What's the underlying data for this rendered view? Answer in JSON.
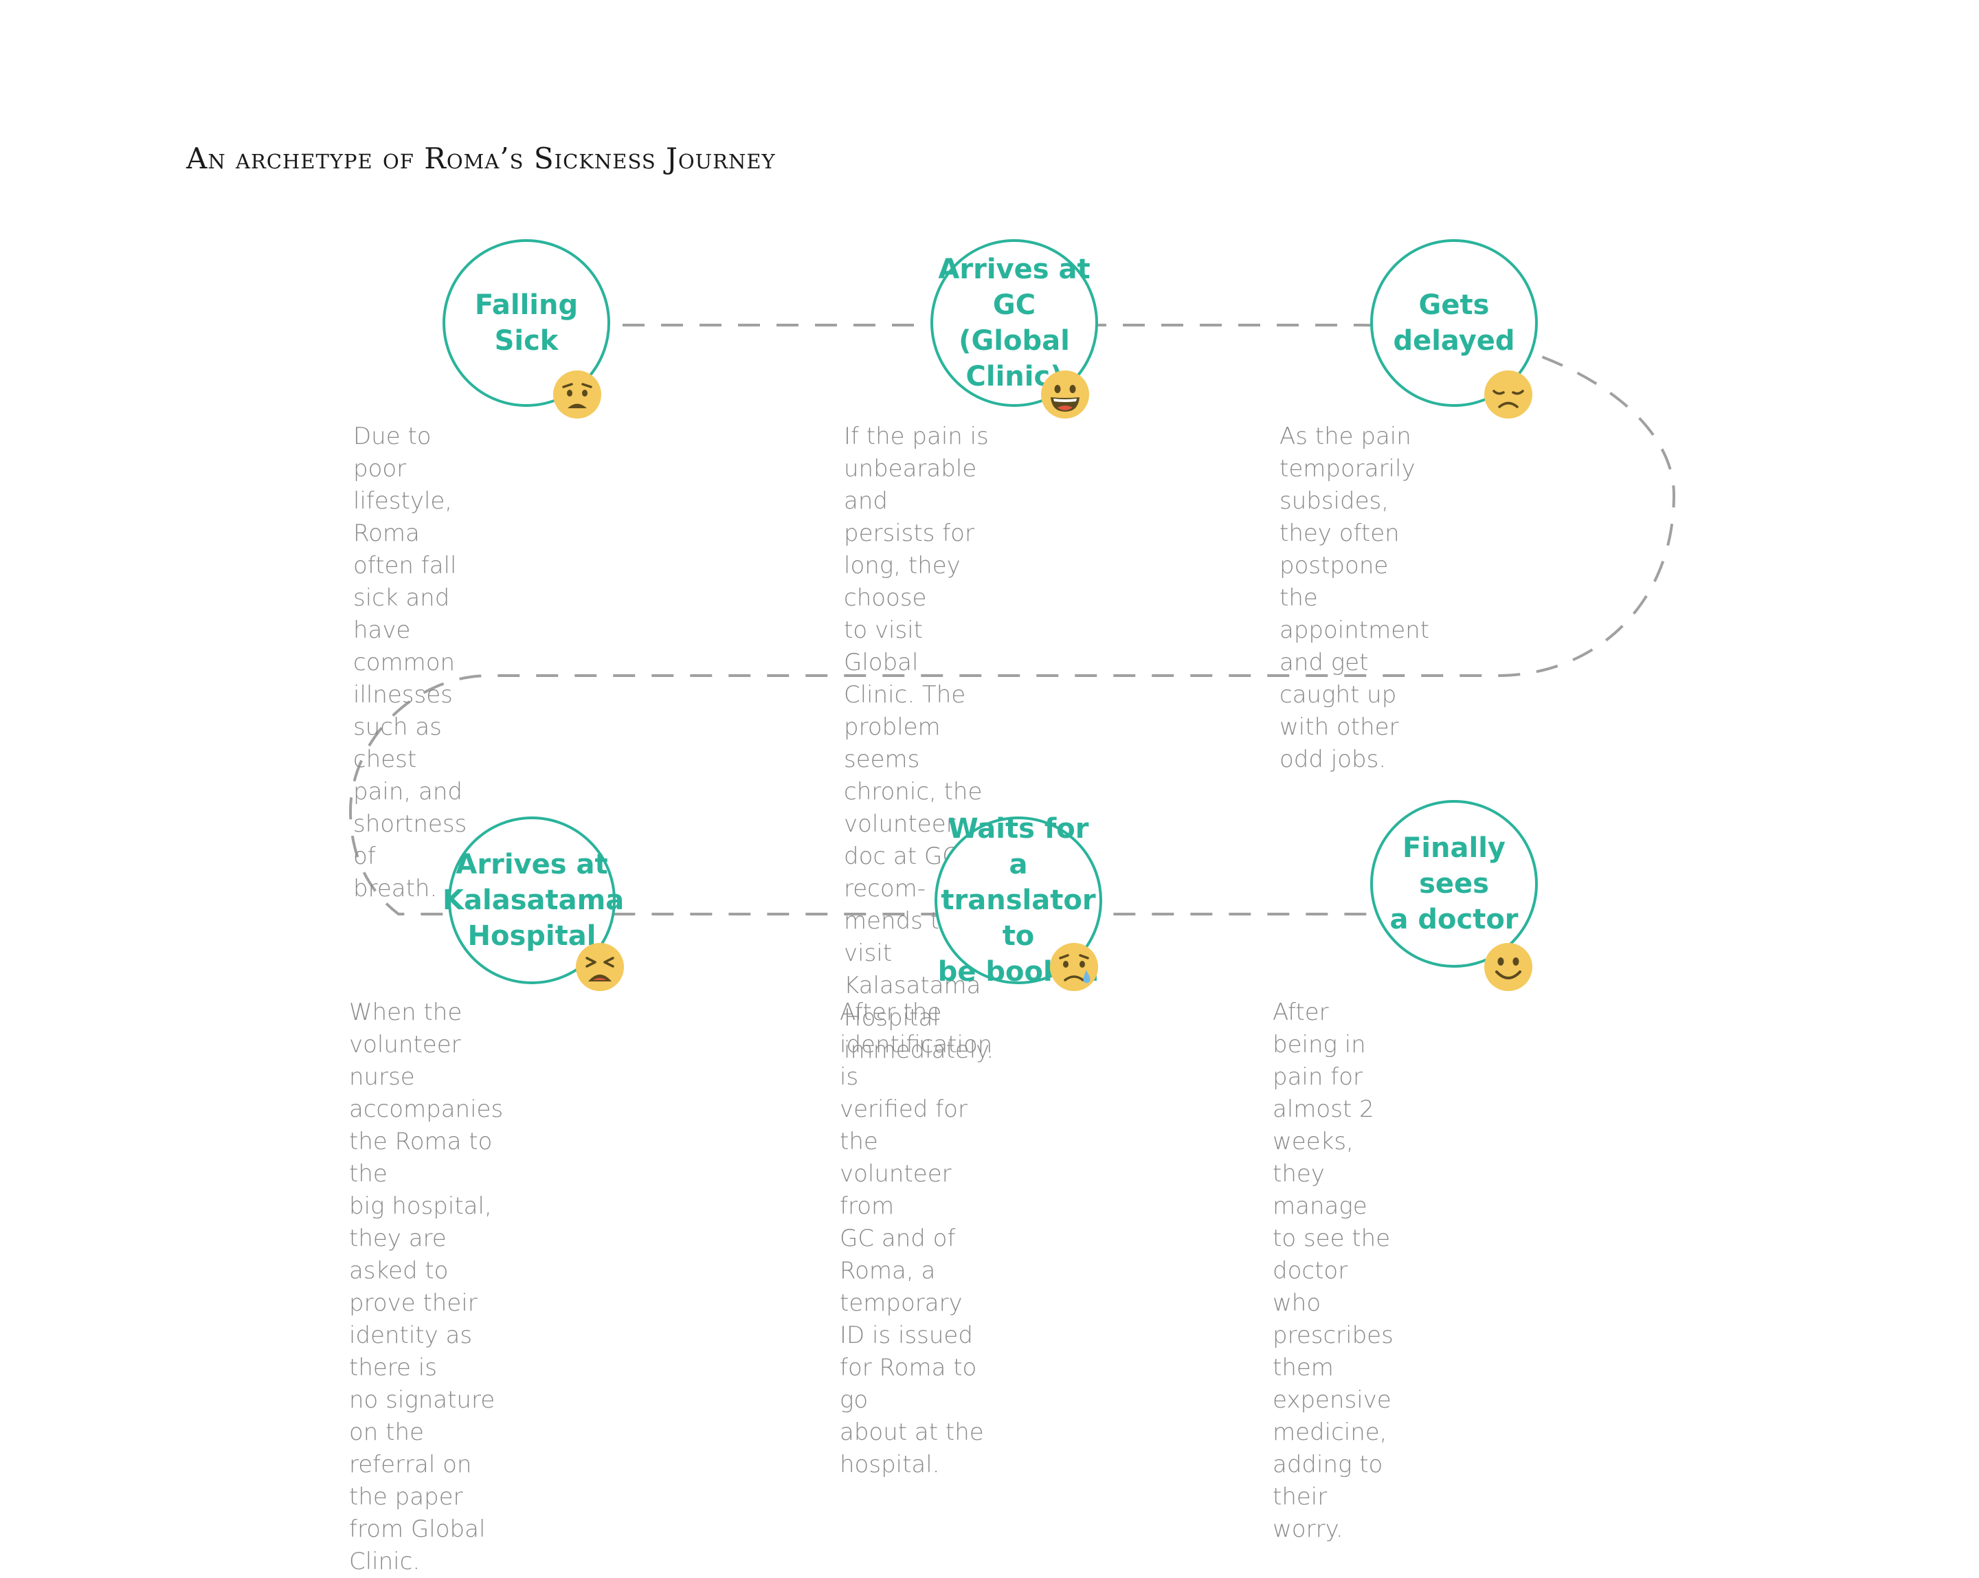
{
  "title": "An archetype of Roma’s Sickness Journey",
  "colors": {
    "accent": "#2ab39b",
    "description_text": "#8a8a8a",
    "path": "#a0a0a0",
    "emoji_face": "#f4c95d"
  },
  "steps": [
    {
      "label": "Falling\nSick",
      "emoji": "worried-face-icon",
      "description": "Due to poor lifestyle, Roma\noften fall sick and have\ncommon illnesses such as chest\npain, and shortness of breath."
    },
    {
      "label": "Arrives at\nGC (Global\nClinic)",
      "emoji": "grinning-face-icon",
      "description": "If the pain is unbearable and\npersists for long, they choose\nto visit Global Clinic. The\nproblem seems chronic, the\nvolunteer doc at GC recom-\nmends to visit Kalasatama\nHospital immediately."
    },
    {
      "label": "Gets\ndelayed",
      "emoji": "disappointed-face-icon",
      "description": "As the pain temporarily\nsubsides, they often postpone\nthe appointment and get\ncaught up with other odd jobs."
    },
    {
      "label": "Arrives at\nKalasatama\nHospital",
      "emoji": "tired-face-icon",
      "description": "When the volunteer nurse\naccompanies the Roma to the\nbig hospital, they are asked to\nprove their identity as there is\nno signature on the referral on\nthe paper from Global Clinic."
    },
    {
      "label": "Waits for a\ntranslator to\nbe booked",
      "emoji": "crying-face-icon",
      "description": "After the identification is\nverified for the volunteer from\nGC and of Roma, a temporary\nID is issued for Roma to go\nabout at the hospital."
    },
    {
      "label": "Finally sees\na doctor",
      "emoji": "smiling-face-icon",
      "description": "After being in pain for almost 2\nweeks, they manage to see the\ndoctor who prescribes them\nexpensive medicine, adding to\ntheir worry."
    }
  ]
}
